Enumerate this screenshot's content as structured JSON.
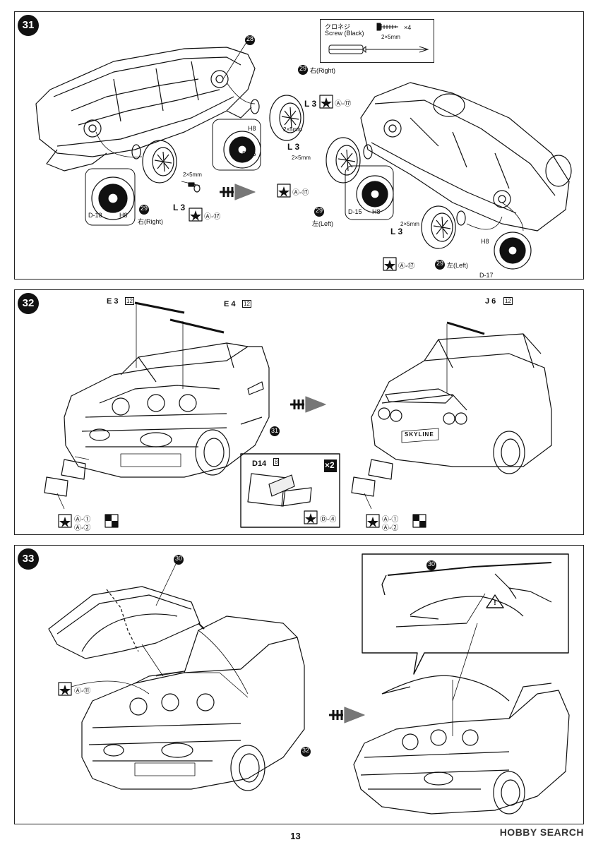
{
  "page_number": "13",
  "watermark": "HOBBY SEARCH",
  "steps": [
    {
      "number": "31",
      "screw_note": {
        "jp": "クロネジ",
        "en": "Screw (Black)",
        "size": "2×5mm",
        "count": "×4"
      },
      "callouts": {
        "part_ref_top": "28",
        "right_label": "右(Right)",
        "left_label": "左(Left)",
        "tire_ref": "29",
        "l3": "L 3",
        "screw": "2×5mm",
        "paint": "Ⓐ-⑰",
        "d16": "D-16",
        "h8": "H8",
        "d18": "D-18",
        "d15": "D-15",
        "d17": "D-17"
      }
    },
    {
      "number": "32",
      "callouts": {
        "e3": "E 3",
        "e4": "E 4",
        "j6": "J 6",
        "h12": "12",
        "body_ref": "31",
        "a1": "Ⓐ-①",
        "a2": "Ⓐ-②",
        "d14": "D14",
        "h8": "8",
        "x2": "×2",
        "d4": "Ⓓ-④",
        "plate_text": "SKYLINE"
      }
    },
    {
      "number": "33",
      "callouts": {
        "hood_ref": "30",
        "a11": "Ⓐ-⑪",
        "body_ref": "32",
        "warning": "!"
      }
    }
  ]
}
